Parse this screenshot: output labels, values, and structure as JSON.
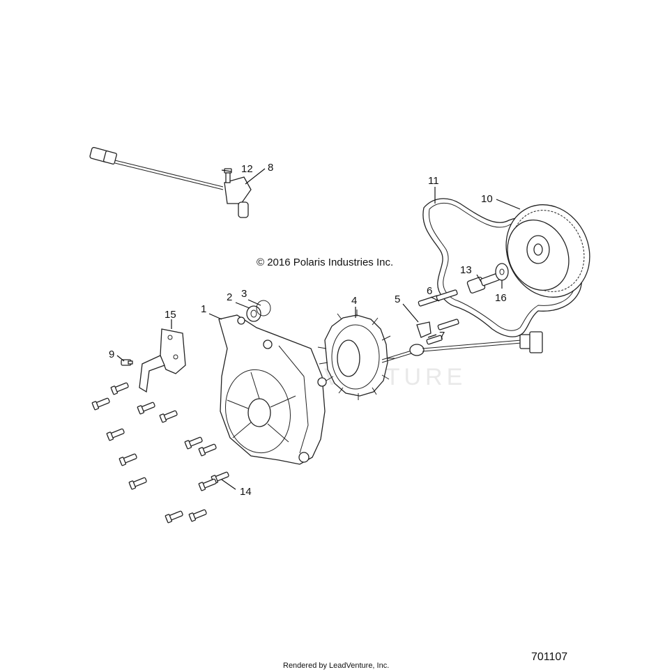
{
  "copyright": "© 2016  Polaris Industries Inc.",
  "diagram_number": "701107",
  "footer": "Rendered by LeadVenture, Inc.",
  "watermark": "LEADVENTURE",
  "callouts": [
    {
      "id": "1",
      "label": "1"
    },
    {
      "id": "2",
      "label": "2"
    },
    {
      "id": "3",
      "label": "3"
    },
    {
      "id": "4",
      "label": "4"
    },
    {
      "id": "5",
      "label": "5"
    },
    {
      "id": "6",
      "label": "6"
    },
    {
      "id": "7",
      "label": "7"
    },
    {
      "id": "8",
      "label": "8"
    },
    {
      "id": "9",
      "label": "9"
    },
    {
      "id": "10",
      "label": "10"
    },
    {
      "id": "11",
      "label": "11"
    },
    {
      "id": "12",
      "label": "12"
    },
    {
      "id": "13",
      "label": "13"
    },
    {
      "id": "14",
      "label": "14"
    },
    {
      "id": "15",
      "label": "15"
    },
    {
      "id": "16",
      "label": "16"
    }
  ]
}
